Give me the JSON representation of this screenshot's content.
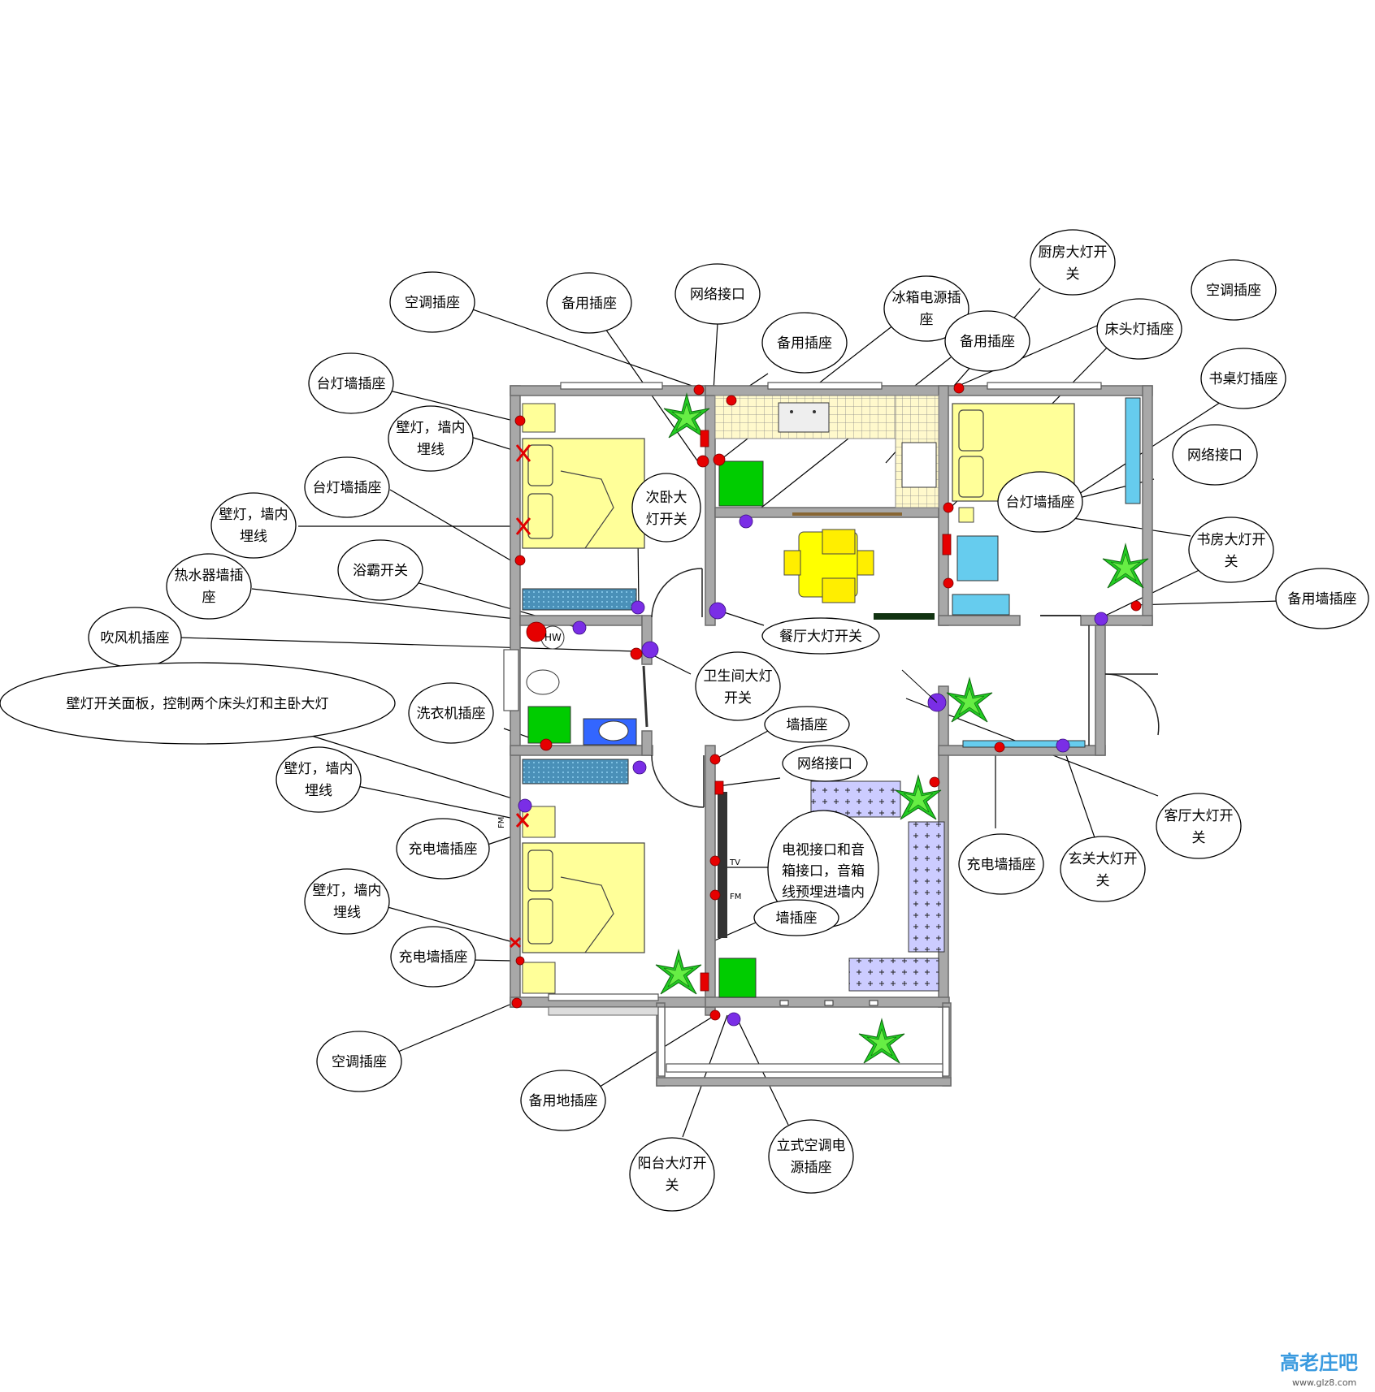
{
  "labels": {
    "l1": "空调插座",
    "l2": "备用插座",
    "l3": "网络接口",
    "l4": "备用插座",
    "l5a": "冰箱电源插",
    "l5b": "座",
    "l6": "备用插座",
    "l7a": "厨房大灯开",
    "l7b": "关",
    "l8": "空调插座",
    "l9": "床头灯插座",
    "l10": "台灯墙插座",
    "l11a": "壁灯，墙内",
    "l11b": "埋线",
    "l12": "书桌灯插座",
    "l13": "网络接口",
    "l14": "台灯墙插座",
    "l15a": "次卧大",
    "l15b": "灯开关",
    "l16": "台灯墙插座",
    "l17a": "壁灯，墙内",
    "l17b": "埋线",
    "l18a": "书房大灯开",
    "l18b": "关",
    "l19a": "热水器墙插",
    "l19b": "座",
    "l20": "浴霸开关",
    "l21": "备用墙插座",
    "l22": "吹风机插座",
    "l23": "餐厅大灯开关",
    "l24a": "卫生间大灯",
    "l24b": "开关",
    "l25": "壁灯开关面板，控制两个床头灯和主卧大灯",
    "l26": "洗衣机插座",
    "l27": "墙插座",
    "l28": "网络接口",
    "l29a": "壁灯，墙内",
    "l29b": "埋线",
    "l30a": "客厅大灯开",
    "l30b": "关",
    "l31": "充电墙插座",
    "l32a": "电视接口和音",
    "l32b": "箱接口，音箱",
    "l32c": "线预埋进墙内",
    "l33": "充电墙插座",
    "l34a": "玄关大灯开",
    "l34b": "关",
    "l35a": "壁灯，墙内",
    "l35b": "埋线",
    "l36": "墙插座",
    "l37": "充电墙插座",
    "l38": "空调插座",
    "l39": "备用地插座",
    "l40a": "阳台大灯开",
    "l40b": "关",
    "l41a": "立式空调电",
    "l41b": "源插座"
  },
  "symbols": {
    "hw": "HW",
    "tv": "TV",
    "fm1": "FM",
    "fm2": "FM"
  },
  "watermark": {
    "logo": "高老庄吧",
    "url": "www.glz8.com"
  },
  "colors": {
    "outlet": "#e60000",
    "switch": "#7a2ee6",
    "bed": "#ffff99",
    "plant": "#22cc22",
    "appliance": "#00cc00",
    "furniture_blue": "#ccccff",
    "desk_blue": "#66ccee"
  }
}
